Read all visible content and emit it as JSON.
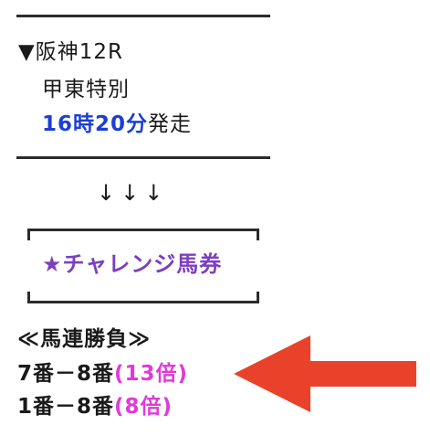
{
  "race": {
    "head": "▼阪神12R",
    "name": "甲東特別",
    "time_strong": "16時20分",
    "time_suffix": "発走"
  },
  "arrows": "↓↓↓",
  "challenge": "★チャレンジ馬券",
  "bet": {
    "title": "≪馬連勝負≫",
    "rows": [
      {
        "combo": "7番－8番",
        "odds": "(13倍)"
      },
      {
        "combo": "1番－8番",
        "odds": "(8倍)"
      }
    ]
  },
  "colors": {
    "time": "#1b3fd4",
    "challenge": "#7b3fbf",
    "odds": "#e03ad9",
    "arrow": "#e8432a"
  }
}
